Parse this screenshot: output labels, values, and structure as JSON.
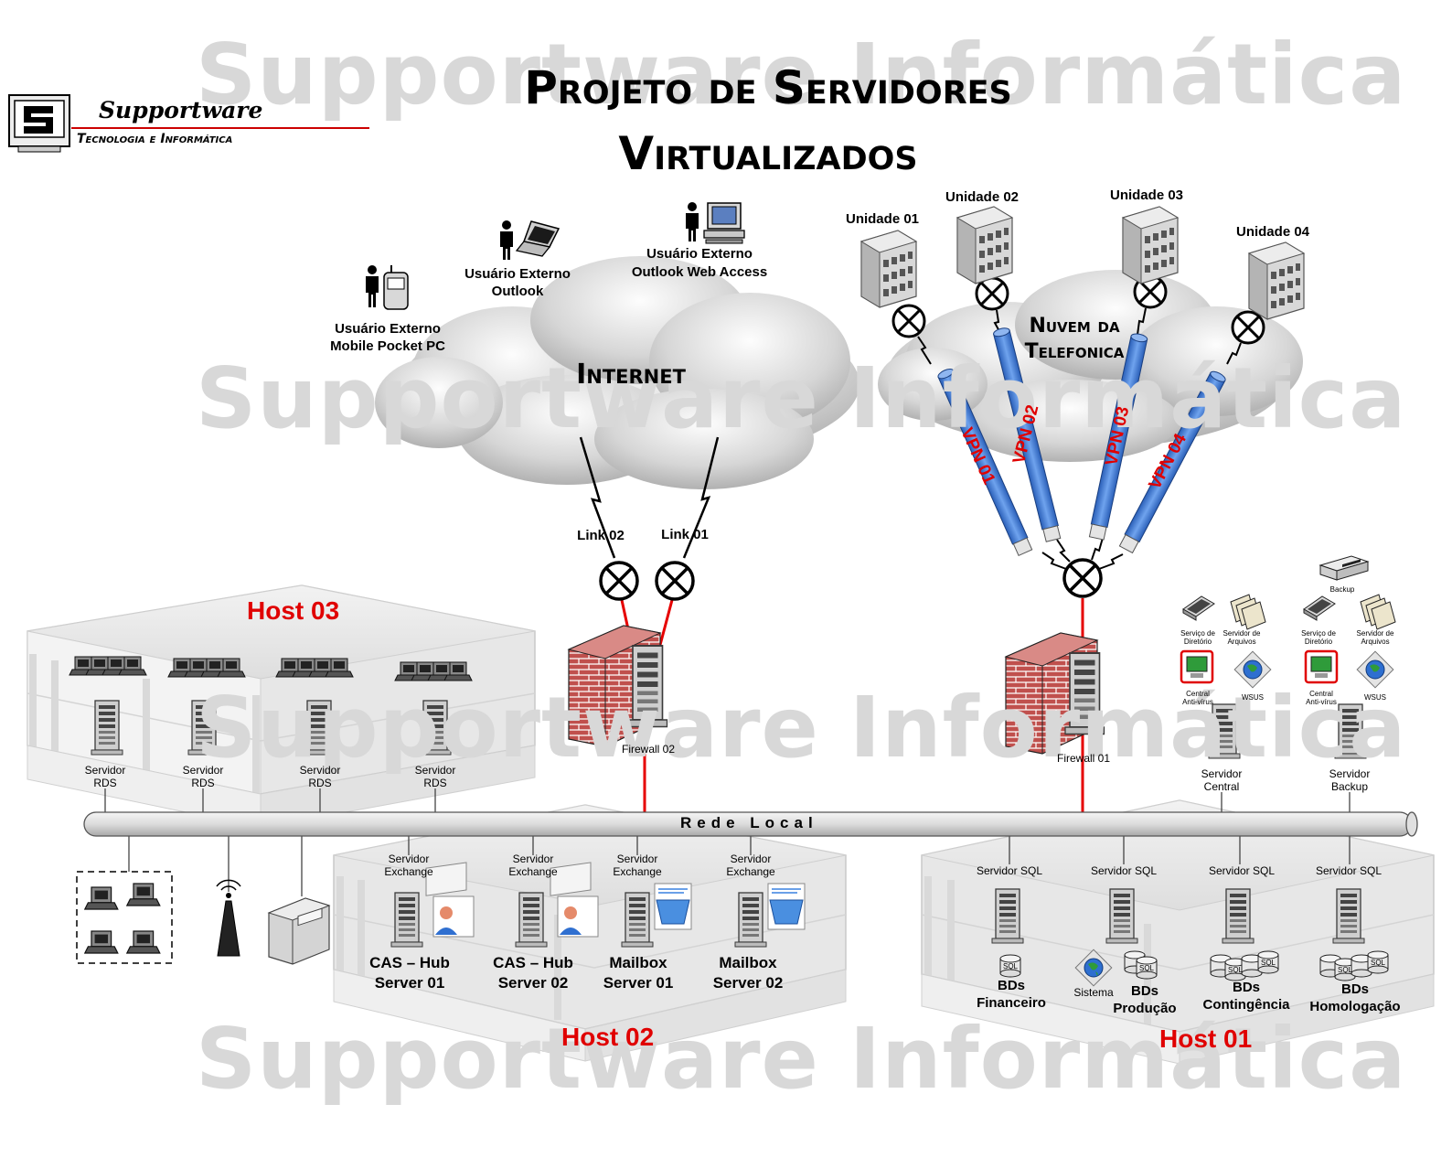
{
  "watermark": "Supportware Informática",
  "title": {
    "line1": "Projeto de Servidores",
    "line2": "Virtualizados"
  },
  "logo": {
    "name": "Supportware",
    "subtitle": "Tecnologia e Informática"
  },
  "clouds": {
    "internet": "Internet",
    "telefonica_line1": "Nuvem da",
    "telefonica_line2": "Telefonica"
  },
  "external_users": [
    {
      "line1": "Usuário Externo",
      "line2": "Mobile Pocket PC"
    },
    {
      "line1": "Usuário Externo",
      "line2": "Outlook"
    },
    {
      "line1": "Usuário Externo",
      "line2": "Outlook Web Access"
    }
  ],
  "units": [
    "Unidade 01",
    "Unidade 02",
    "Unidade 03",
    "Unidade 04"
  ],
  "vpns": [
    "VPN 01",
    "VPN 02",
    "VPN 03",
    "VPN 04"
  ],
  "links": [
    "Link 02",
    "Link 01"
  ],
  "firewalls": [
    "Firewall 02",
    "Firewall 01"
  ],
  "network": "Rede Local",
  "hosts": [
    "Host 03",
    "Host 02",
    "Host 01"
  ],
  "rds_servers": [
    {
      "line1": "Servidor",
      "line2": "RDS"
    },
    {
      "line1": "Servidor",
      "line2": "RDS"
    },
    {
      "line1": "Servidor",
      "line2": "RDS"
    },
    {
      "line1": "Servidor",
      "line2": "RDS"
    }
  ],
  "exchange_servers": [
    {
      "role1": "Servidor",
      "role2": "Exchange",
      "name1": "CAS – Hub",
      "name2": "Server 01"
    },
    {
      "role1": "Servidor",
      "role2": "Exchange",
      "name1": "CAS – Hub",
      "name2": "Server 02"
    },
    {
      "role1": "Servidor",
      "role2": "Exchange",
      "name1": "Mailbox",
      "name2": "Server 01"
    },
    {
      "role1": "Servidor",
      "role2": "Exchange",
      "name1": "Mailbox",
      "name2": "Server 02"
    }
  ],
  "sql_servers": [
    {
      "role": "Servidor SQL",
      "db1": "BDs",
      "db2": "Financeiro"
    },
    {
      "role": "Servidor SQL",
      "db1": "BDs",
      "db2": "Produção"
    },
    {
      "role": "Servidor SQL",
      "db1": "BDs",
      "db2": "Contingência"
    },
    {
      "role": "Servidor SQL",
      "db1": "BDs",
      "db2": "Homologação"
    }
  ],
  "sistema": "Sistema",
  "sql_badge": "SQL",
  "infra_servers": [
    {
      "line1": "Servidor",
      "line2": "Central"
    },
    {
      "line1": "Servidor",
      "line2": "Backup"
    }
  ],
  "services": {
    "diretorio": {
      "line1": "Serviço de",
      "line2": "Diretório"
    },
    "arquivos": {
      "line1": "Servidor de",
      "line2": "Arquivos"
    },
    "antivirus": {
      "line1": "Central",
      "line2": "Anti-vírus"
    },
    "wsus": "WSUS",
    "backup": "Backup"
  },
  "colors": {
    "link_red": "#e60000",
    "vpn_blue": "#3a78d6",
    "host_red": "#e00000",
    "watermark": "#d8d8d8",
    "brick": "#c0504d"
  }
}
